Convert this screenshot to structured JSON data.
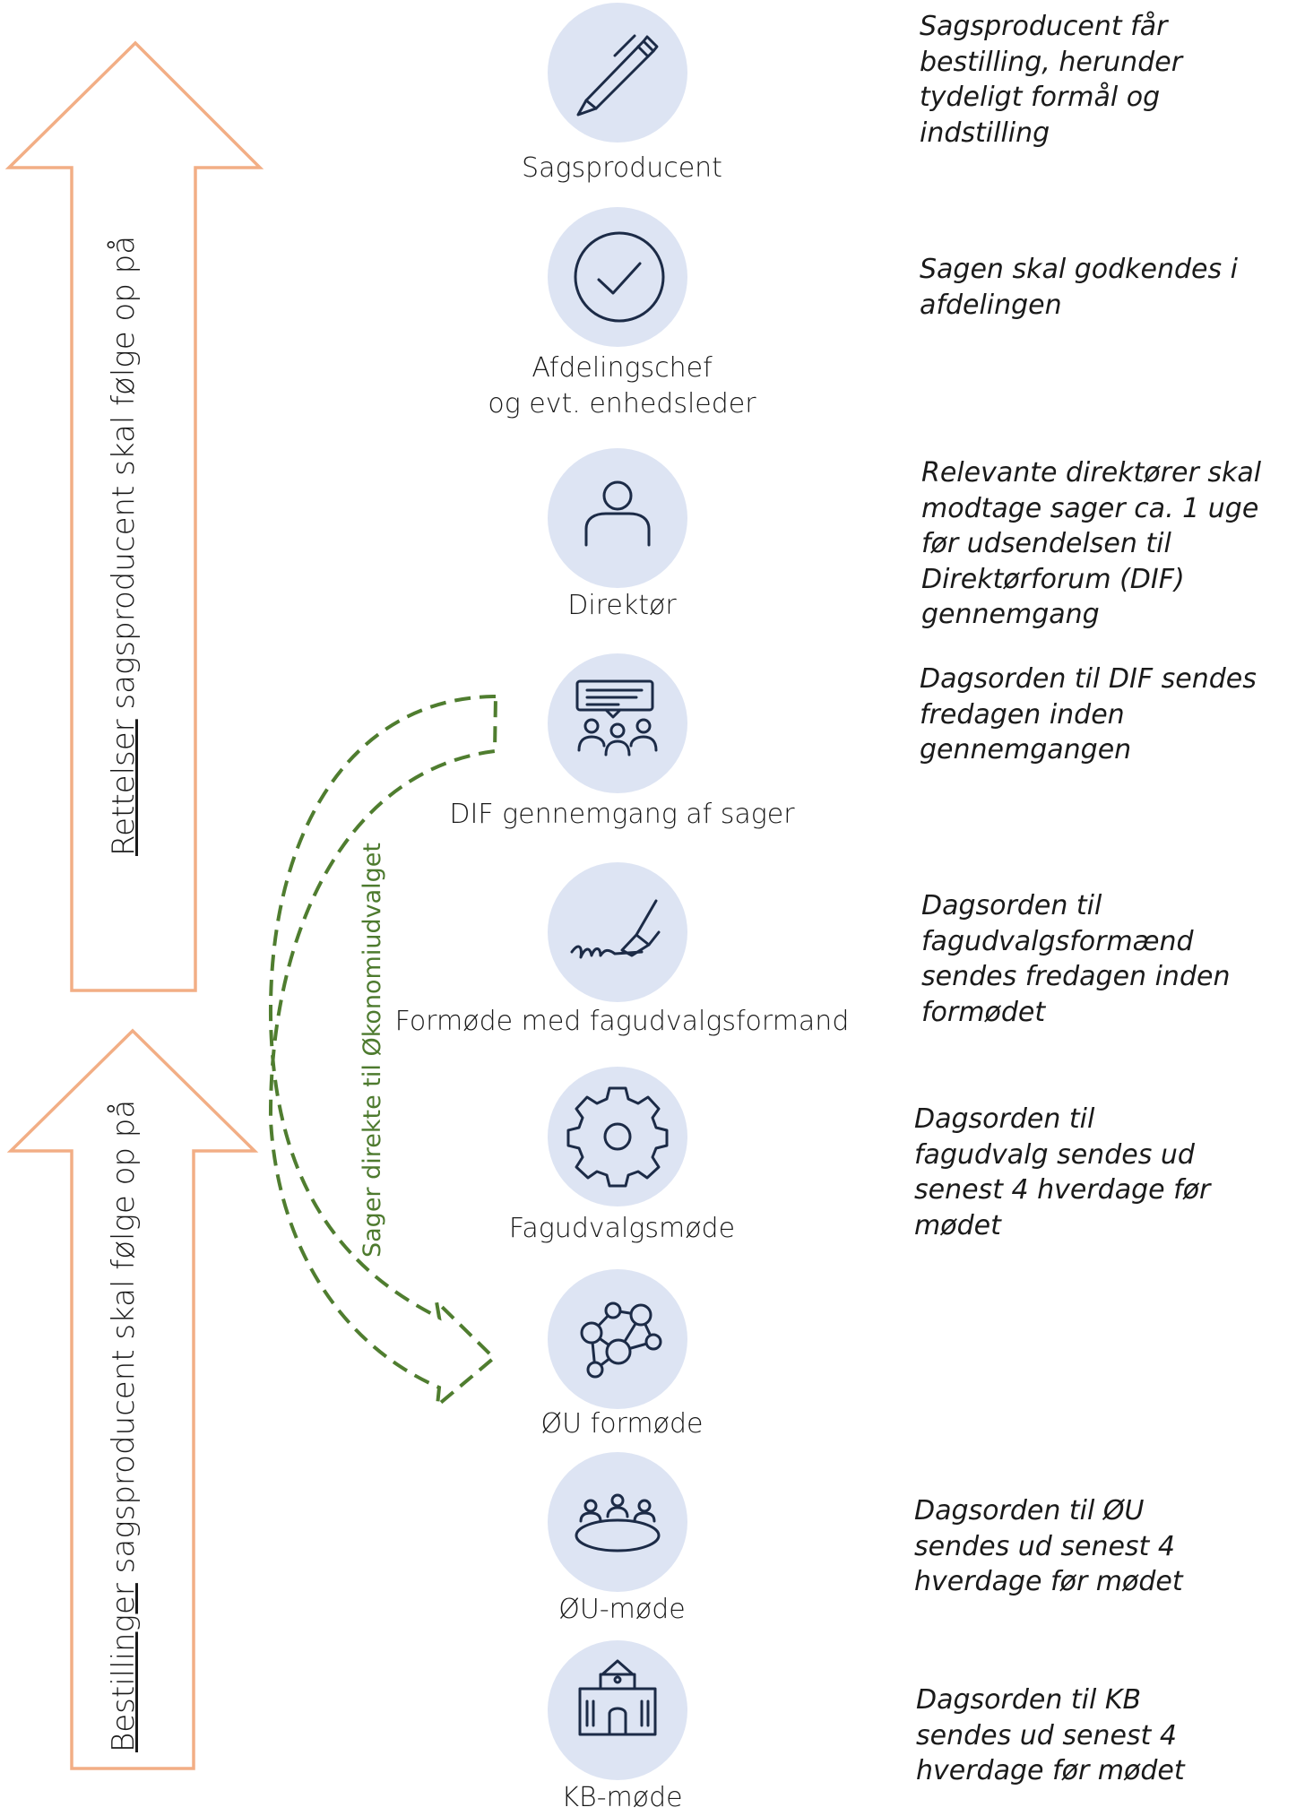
{
  "colors": {
    "icon_circle": "#dde4f3",
    "icon_stroke": "#1c2b47",
    "big_arrow": "#f2ae85",
    "dashed_arrow": "#4f7d2f"
  },
  "arrows": {
    "rettelser_word": "Rettelser",
    "rettelser_rest": " sagsproducent skal følge op på",
    "bestillinger_word": "Bestillinger",
    "bestillinger_rest": " sagsproducent skal følge op på",
    "bypass_text": "Sager direkte til Økonomiudvalget"
  },
  "steps": [
    {
      "label": "Sagsproducent",
      "icon": "pen-icon",
      "note": "Sagsproducent får bestilling, herunder tydeligt formål og indstilling"
    },
    {
      "label": "Afdelingschef\nog evt. enhedsleder",
      "icon": "checkmark-circle-icon",
      "note": "Sagen skal godkendes i afdelingen"
    },
    {
      "label": "Direktør",
      "icon": "person-icon",
      "note": "Relevante direktører skal modtage sager ca. 1 uge før udsendelsen til Direktørforum (DIF) gennemgang"
    },
    {
      "label": "DIF gennemgang af sager",
      "icon": "group-discussion-icon",
      "note": "Dagsorden til DIF sendes fredagen inden gennemgangen"
    },
    {
      "label": "Formøde med fagudvalgsformand",
      "icon": "signature-pen-icon",
      "note": "Dagsorden til fagudvalgsformænd sendes fredagen inden formødet"
    },
    {
      "label": "Fagudvalgsmøde",
      "icon": "gear-icon",
      "note": "Dagsorden til fagudvalg sendes ud senest 4 hverdage før mødet"
    },
    {
      "label": "ØU formøde",
      "icon": "network-icon",
      "note": ""
    },
    {
      "label": "ØU-møde",
      "icon": "meeting-table-icon",
      "note": "Dagsorden til ØU sendes ud senest 4 hverdage før mødet"
    },
    {
      "label": "KB-møde",
      "icon": "city-hall-icon",
      "note": "Dagsorden til KB sendes ud senest 4 hverdage før mødet"
    }
  ]
}
